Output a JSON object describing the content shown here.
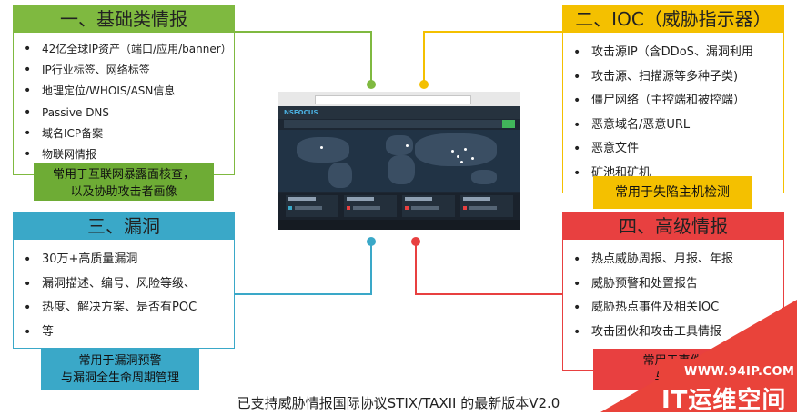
{
  "panels": {
    "basic": {
      "title": "一、基础类情报",
      "items": [
        "42亿全球IP资产（端口/应用/banner）",
        "IP行业标签、网络标签",
        "地理定位/WHOIS/ASN信息",
        "Passive DNS",
        "域名ICP备案",
        "物联网情报"
      ],
      "footer": [
        "常用于互联网暴露面核查，",
        "以及协助攻击者画像"
      ]
    },
    "ioc": {
      "title": "二、IOC（威胁指示器）",
      "items": [
        "攻击源IP（含DDoS、漏洞利用",
        "攻击源、扫描源等多种子类)",
        "僵尸网络（主控端和被控端）",
        "恶意域名/恶意URL",
        "恶意文件",
        "矿池和矿机"
      ],
      "footer": [
        "常用于失陷主机检测"
      ]
    },
    "vuln": {
      "title": "三、漏洞",
      "items": [
        "30万+高质量漏洞",
        "漏洞描述、编号、风险等级、",
        "热度、解决方案、是否有POC",
        "等"
      ],
      "footer": [
        "常用于漏洞预警",
        "与漏洞全生命周期管理"
      ]
    },
    "advanced": {
      "title": "四、高级情报",
      "items": [
        "热点威胁周报、月报、年报",
        "威胁预警和处置报告",
        "威胁热点事件及相关IOC",
        "攻击团伙和攻击工具情报"
      ],
      "footer": [
        "常用于事件",
        "与安全"
      ]
    }
  },
  "screenshot": {
    "logo": "NSFOCUS"
  },
  "caption": "已支持威胁情报国际协议STIX/TAXII 的最新版本V2.0",
  "watermark": {
    "url": "WWW.94IP.COM",
    "name": "IT运维空间"
  },
  "colors": {
    "basic": "#7fb940",
    "ioc": "#f4c000",
    "vuln": "#3aa8c8",
    "advanced": "#e84040",
    "watermark": "#e9433a"
  }
}
